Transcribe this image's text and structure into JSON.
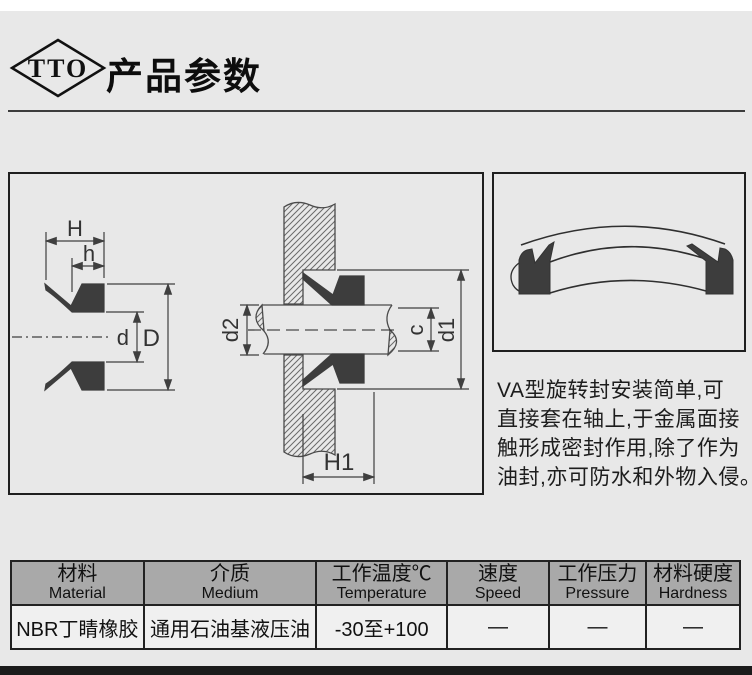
{
  "colors": {
    "page_bg": "#e8e8e8",
    "top_strip": "#ffffff",
    "table_header_bg": "#a9a9a9",
    "table_body_bg": "#f0f0f0",
    "seal_fill": "#3d3d3d",
    "bottom_bar": "#1b1b1b"
  },
  "header": {
    "logo_text": "TTO",
    "title": "产品参数"
  },
  "diagrams": {
    "left": {
      "labels": {
        "H": "H",
        "h": "h",
        "d": "d",
        "D": "D"
      }
    },
    "center": {
      "labels": {
        "d2": "d2",
        "c": "c",
        "d1": "d1",
        "H1": "H1"
      }
    }
  },
  "description": {
    "lines": [
      "VA型旋转封安装简单,可",
      "直接套在轴上,于金属面接",
      "触形成密封作用,除了作为",
      "油封,亦可防水和外物入侵。"
    ]
  },
  "table": {
    "headers": [
      {
        "zh": "材料",
        "en": "Material"
      },
      {
        "zh": "介质",
        "en": "Medium"
      },
      {
        "zh": "工作温度℃",
        "en": "Temperature"
      },
      {
        "zh": "速度",
        "en": "Speed"
      },
      {
        "zh": "工作压力",
        "en": "Pressure"
      },
      {
        "zh": "材料硬度",
        "en": "Hardness"
      }
    ],
    "row": [
      "NBR丁睛橡胶",
      "通用石油基液压油",
      "-30至+100",
      "—",
      "—",
      "—"
    ]
  }
}
